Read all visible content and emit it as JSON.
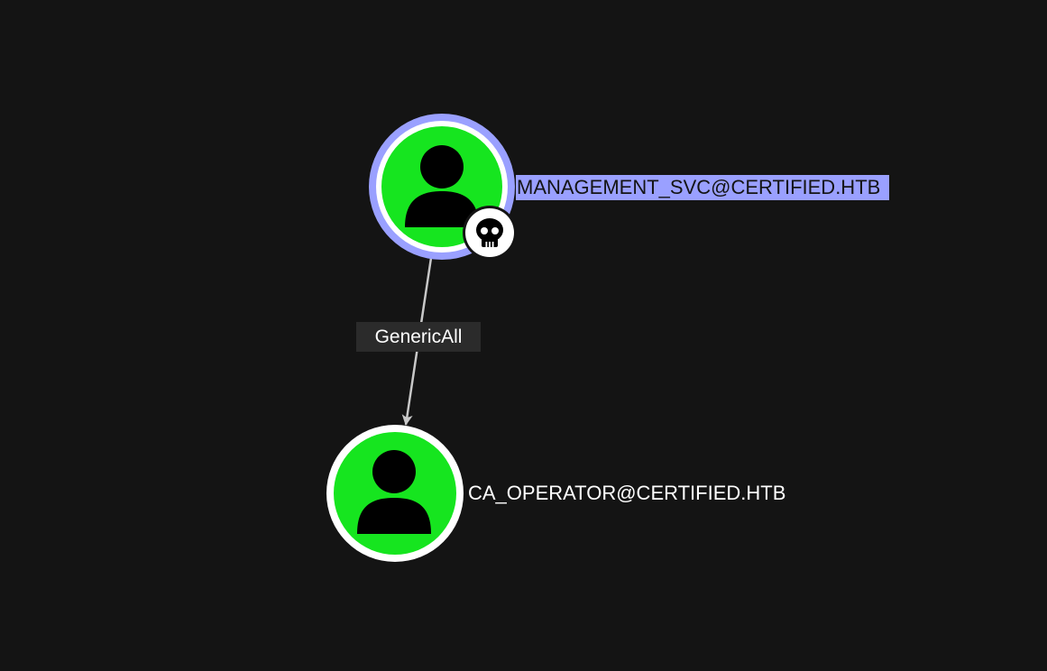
{
  "graph": {
    "nodes": [
      {
        "id": "management_svc",
        "label": "MANAGEMENT_SVC@CERTIFIED.HTB",
        "type": "User",
        "icon": "user-icon",
        "selected": true,
        "owned": true,
        "owned_icon": "skull-icon"
      },
      {
        "id": "ca_operator",
        "label": "CA_OPERATOR@CERTIFIED.HTB",
        "type": "User",
        "icon": "user-icon",
        "selected": false,
        "owned": false
      }
    ],
    "edges": [
      {
        "from": "management_svc",
        "to": "ca_operator",
        "label": "GenericAll"
      }
    ]
  },
  "colors": {
    "background": "#141414",
    "node_fill": "#16e51f",
    "node_ring": "#ffffff",
    "selection_ring": "#9aa0ff",
    "selected_label_bg": "#9aa0ff",
    "edge": "#c8c8c8",
    "edge_label_bg": "#2b2b2b",
    "text": "#ffffff"
  }
}
